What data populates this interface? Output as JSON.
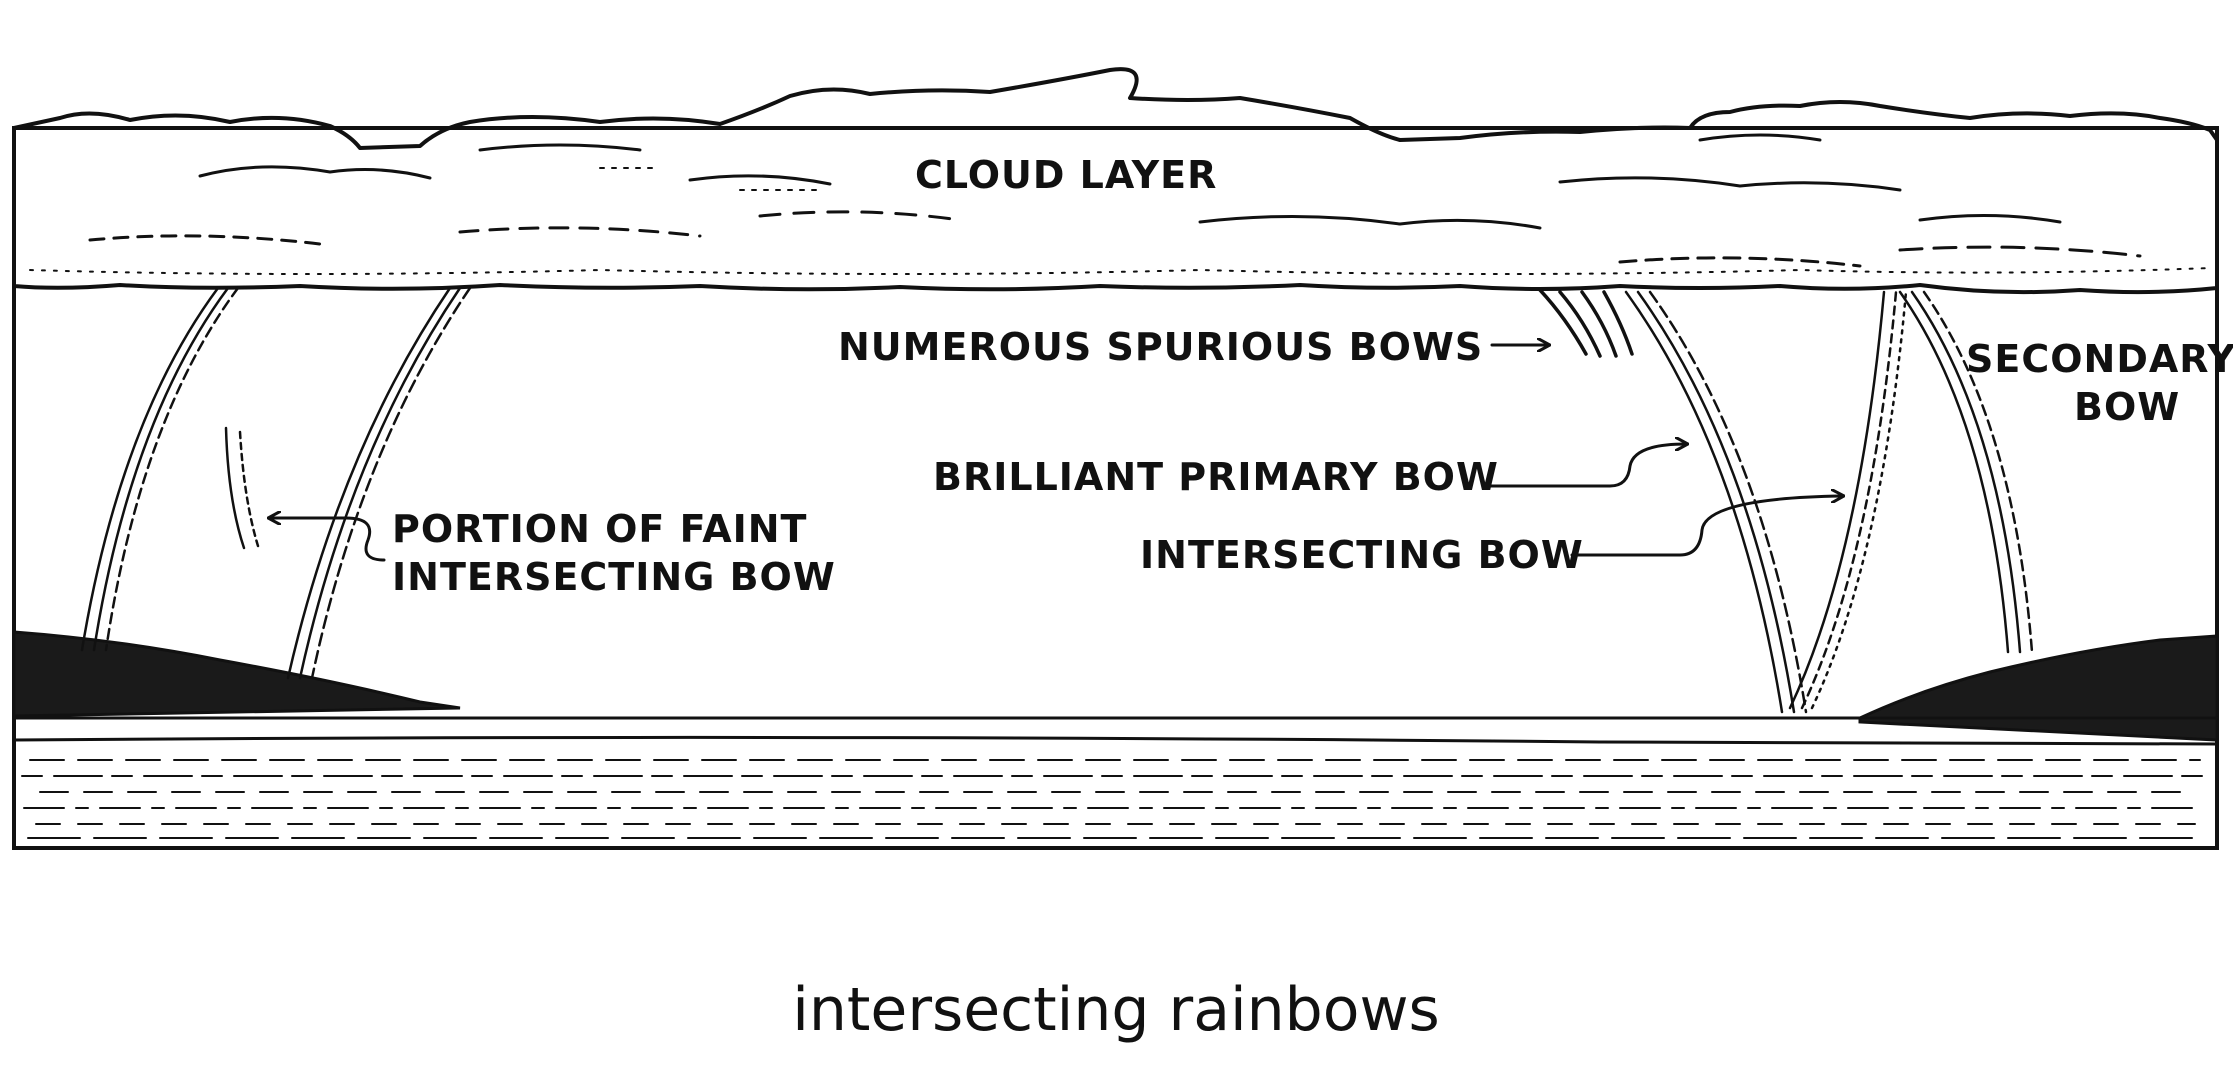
{
  "labels": {
    "cloud_layer": "CLOUD LAYER",
    "spurious": "NUMEROUS SPURIOUS BOWS",
    "secondary_1": "SECONDARY",
    "secondary_2": "BOW",
    "primary": "BRILLIANT PRIMARY BOW",
    "intersecting": "INTERSECTING BOW",
    "faint_1": "PORTION OF FAINT",
    "faint_2": "INTERSECTING BOW"
  },
  "caption": "intersecting rainbows"
}
